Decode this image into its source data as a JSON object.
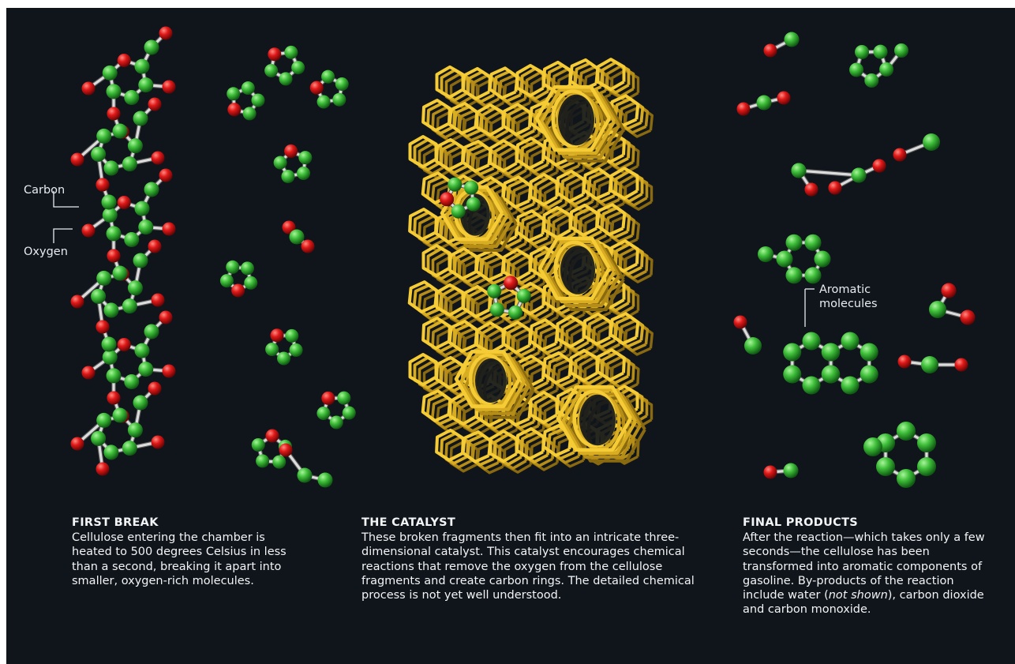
{
  "labels": {
    "carbon": "Carbon",
    "oxygen": "Oxygen",
    "aromatic_line1": "Aromatic",
    "aromatic_line2": "molecules"
  },
  "captions": {
    "first_break": {
      "heading": "FIRST BREAK",
      "body": "Cellulose entering the chamber is heated to 500 degrees Celsius in less than a second, breaking it apart into smaller, oxygen-rich molecules."
    },
    "catalyst": {
      "heading": "THE CATALYST",
      "body": "These broken fragments then fit into an intricate three-dimensional catalyst. This catalyst encourages chemical reactions that remove the oxygen from the cellulose fragments and create carbon rings. The detailed chemical process is not yet well understood."
    },
    "final_products": {
      "heading": "FINAL PRODUCTS",
      "body_before": "After the reaction—which takes only a few seconds—the cellulose has been transformed into aromatic components of gasoline. By-products of the reaction include water (",
      "body_italic": "not shown",
      "body_after": "), carbon dioxide and carbon monoxide."
    }
  },
  "colors": {
    "background": "#10151c",
    "carbon_atom": "#3fbf3a",
    "oxygen_atom": "#e01818",
    "bond": "#d8d8d8",
    "catalyst": "#f2c82e",
    "text": "#f2f4f6"
  }
}
